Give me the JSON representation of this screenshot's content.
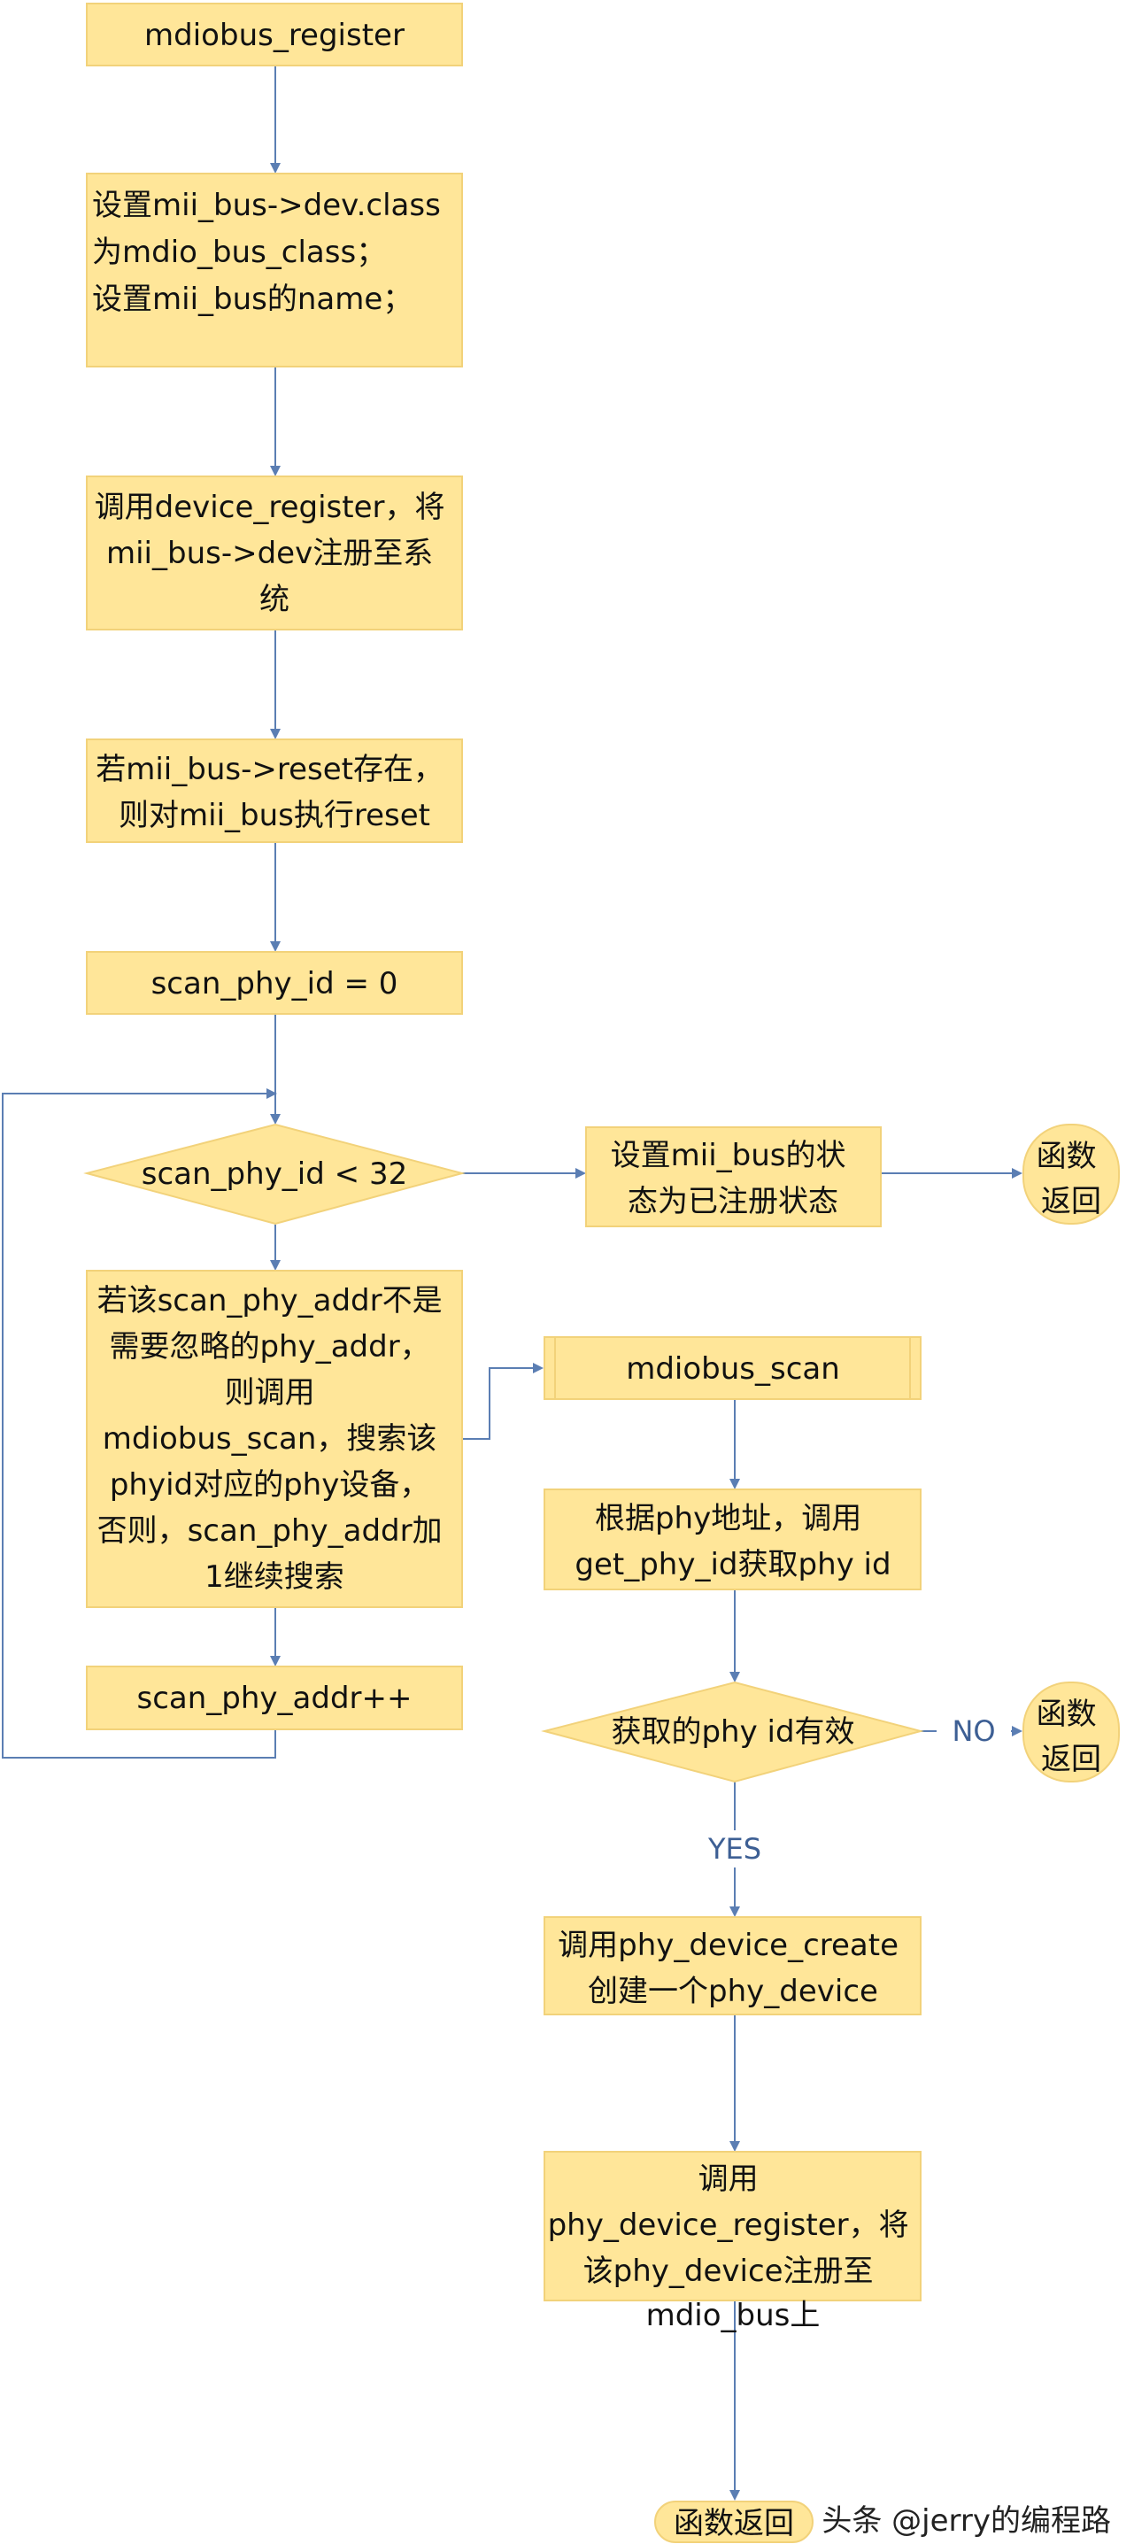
{
  "nodes": {
    "mdiobus_register": [
      "mdiobus_register"
    ],
    "set_class_name": [
      "设置mii_bus->dev.class",
      "为mdio_bus_class；",
      "设置mii_bus的name；"
    ],
    "device_register": [
      "调用device_register，将",
      "mii_bus->dev注册至系",
      "统"
    ],
    "reset": [
      "若mii_bus->reset存在，",
      "则对mii_bus执行reset"
    ],
    "init_scan_id": [
      "scan_phy_id = 0"
    ],
    "loop_condition": [
      "scan_phy_id < 32"
    ],
    "set_registered": [
      "设置mii_bus的状",
      "态为已注册状态"
    ],
    "return_1": [
      "函数",
      "返回"
    ],
    "scan_body": [
      "若该scan_phy_addr不是",
      "需要忽略的phy_addr，",
      "则调用",
      "mdiobus_scan，搜索该",
      "phyid对应的phy设备，",
      "否则，scan_phy_addr加",
      "1继续搜索"
    ],
    "increment": [
      "scan_phy_addr++"
    ],
    "mdiobus_scan": [
      "mdiobus_scan"
    ],
    "get_phy_id": [
      "根据phy地址，调用",
      "get_phy_id获取phy id"
    ],
    "phy_id_valid": [
      "获取的phy id有效"
    ],
    "return_2": [
      "函数",
      "返回"
    ],
    "phy_device_create": [
      "调用phy_device_create",
      "创建一个phy_device"
    ],
    "phy_device_register": [
      "调用",
      "phy_device_register，将",
      "该phy_device注册至",
      "mdio_bus上"
    ],
    "return_3": [
      "函数返回"
    ]
  },
  "edge_labels": {
    "no": "NO",
    "yes": "YES"
  },
  "watermark": "头条 @jerry的编程路",
  "colors": {
    "node_fill": "#FFE699",
    "edge": "#5B7EB3",
    "label": "#3D5F94"
  }
}
